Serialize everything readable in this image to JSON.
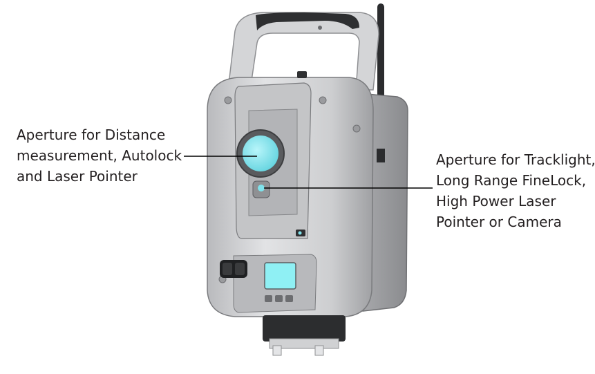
{
  "callouts": {
    "left": {
      "lines": [
        "Aperture for Distance",
        "measurement, Autolock",
        "and Laser Pointer"
      ]
    },
    "right": {
      "lines": [
        "Aperture for Tracklight,",
        "Long Range FineLock,",
        "High Power Laser",
        "Pointer or Camera"
      ]
    },
    "colors": {
      "text": "#231f20",
      "leader_line": "#000000",
      "body_gray": "#c8c9cb",
      "dark_gray": "#3a3b3d",
      "lens_cyan": "#7fe3ec",
      "display_cyan": "#8ff0f4"
    }
  }
}
